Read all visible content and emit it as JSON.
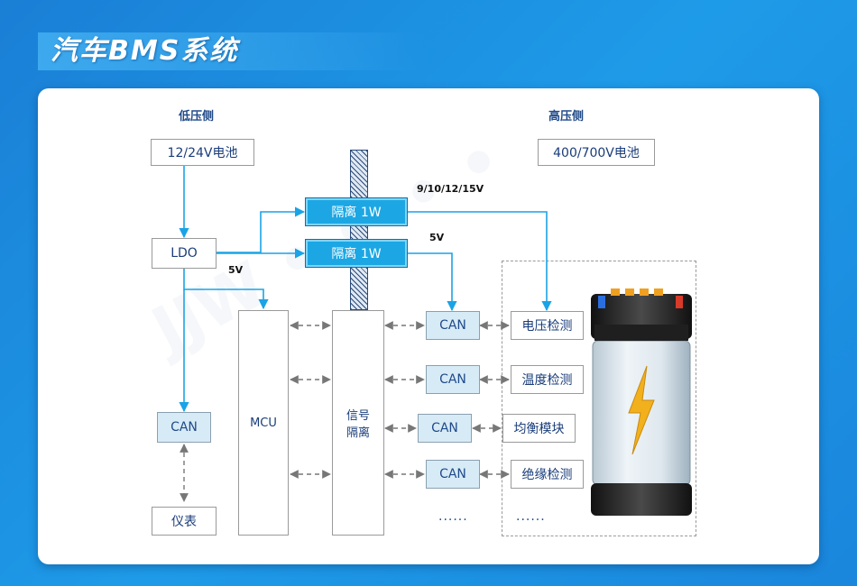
{
  "title": "汽车BMS系统",
  "labels": {
    "low_side": "低压侧",
    "high_side": "高压侧"
  },
  "blocks": {
    "battery_12v": "12/24V电池",
    "battery_hv": "400/700V电池",
    "ldo": "LDO",
    "iso_1w_a": "隔离 1W",
    "iso_1w_b": "隔离 1W",
    "mcu": "MCU",
    "signal_iso_line1": "信号",
    "signal_iso_line2": "隔离",
    "can_left": "CAN",
    "meter": "仪表",
    "can_1": "CAN",
    "can_2": "CAN",
    "can_3": "CAN",
    "can_4": "CAN",
    "voltage_detect": "电压检测",
    "temp_detect": "温度检测",
    "balance_module": "均衡模块",
    "insulation_detect": "绝缘检测",
    "ellipsis_can": "......",
    "ellipsis_func": "......"
  },
  "voltages": {
    "v_multi": "9/10/12/15V",
    "v_5v_upper": "5V",
    "v_5v_ldo": "5V"
  },
  "colors": {
    "background": "#1a8fe0",
    "arrow_blue": "#1aa3e6",
    "isolator_fill": "#1ca7e4",
    "can_fill": "#d7ebf6",
    "text_navy": "#1a3d7a",
    "bolt_yellow": "#f2b01c"
  }
}
